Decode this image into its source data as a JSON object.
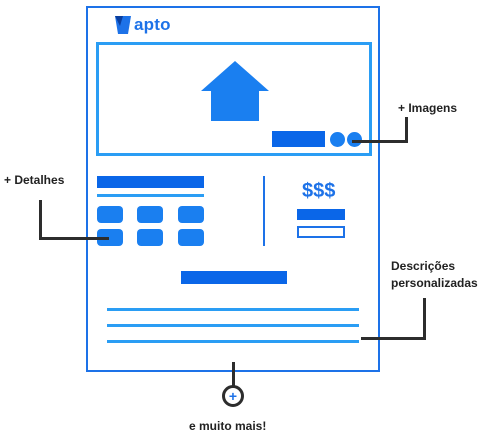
{
  "brand": {
    "name": "apto",
    "color": "#1d72e8"
  },
  "listing": {
    "price_symbol": "$$$"
  },
  "callouts": {
    "images": "+ Imagens",
    "details": "+ Detalhes",
    "descriptions_line1": "Descrições",
    "descriptions_line2": "personalizadas",
    "more": "e muito mais!",
    "more_icon": "+"
  },
  "colors": {
    "accent": "#1d72e8",
    "light_accent": "#2a9df4",
    "leader": "#2d2d2d"
  }
}
